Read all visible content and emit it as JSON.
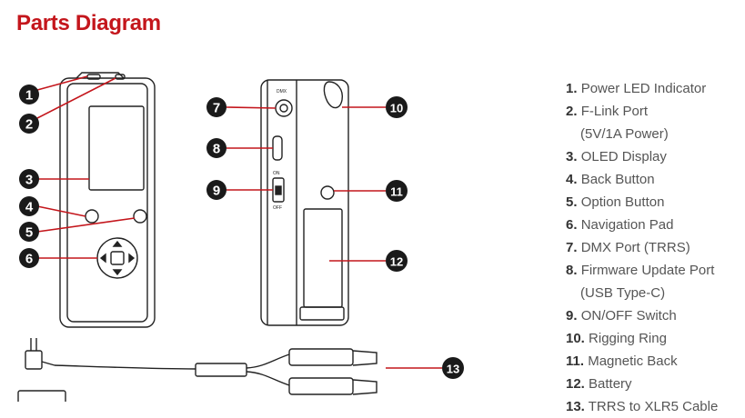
{
  "page": {
    "title": "Parts Diagram"
  },
  "colors": {
    "title": "#c4161c",
    "badge": "#1a1a1a",
    "outline": "#222222",
    "text": "#555555"
  },
  "callouts": [
    "1",
    "2",
    "3",
    "4",
    "5",
    "6",
    "7",
    "8",
    "9",
    "10",
    "11",
    "12",
    "13"
  ],
  "parts": [
    {
      "num": "1.",
      "label": "Power LED Indicator"
    },
    {
      "num": "2.",
      "label": "F-Link Port"
    },
    {
      "num": "",
      "label": "(5V/1A Power)"
    },
    {
      "num": "3.",
      "label": "OLED Display"
    },
    {
      "num": "4.",
      "label": "Back Button"
    },
    {
      "num": "5.",
      "label": "Option Button"
    },
    {
      "num": "6.",
      "label": "Navigation Pad"
    },
    {
      "num": "7.",
      "label": "DMX Port (TRRS)"
    },
    {
      "num": "8.",
      "label": "Firmware Update Port"
    },
    {
      "num": "",
      "label": "(USB Type-C)"
    },
    {
      "num": "9.",
      "label": "ON/OFF Switch"
    },
    {
      "num": "10.",
      "label": "Rigging Ring"
    },
    {
      "num": "11.",
      "label": "Magnetic Back"
    },
    {
      "num": "12.",
      "label": "Battery"
    },
    {
      "num": "13.",
      "label": "TRRS to XLR5 Cable"
    }
  ],
  "device_labels": {
    "dmx": "DMX",
    "on": "ON",
    "off": "OFF"
  }
}
